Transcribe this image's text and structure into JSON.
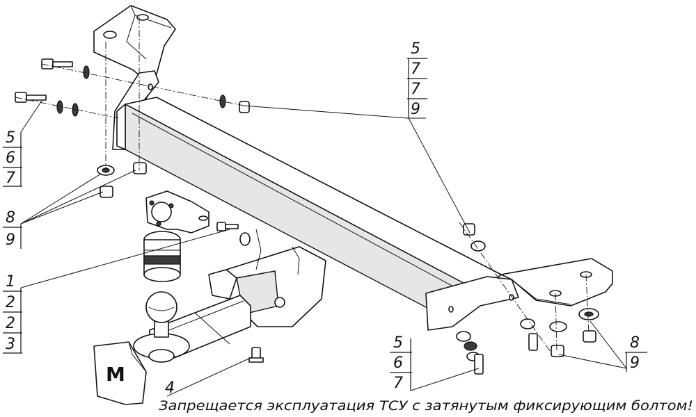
{
  "callouts": {
    "top_right": [
      "5",
      "7",
      "7",
      "9"
    ],
    "left_upper": [
      "5",
      "6",
      "7"
    ],
    "left_middle": [
      "8",
      "9"
    ],
    "left_lower": [
      "1",
      "2",
      "2",
      "3"
    ],
    "bottom_left": [
      "4"
    ],
    "bottom_center": [
      "5",
      "6",
      "7"
    ],
    "bottom_right": [
      "8",
      "9"
    ]
  },
  "warning_text": "Запрещается эксплуатация ТСУ с затянутым фиксирующим болтом!",
  "cover_logo_letter": "М"
}
